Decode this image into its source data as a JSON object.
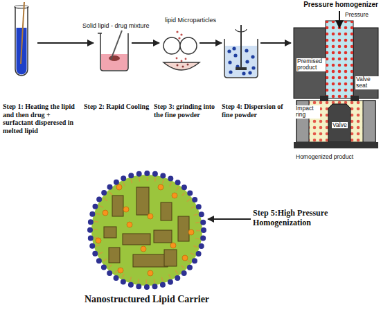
{
  "diagram": {
    "nodes": [
      {
        "text": [
          "Step 1: Heating the lipid and then drug + surfactant disperesed in melted lipid"
        ]
      },
      {
        "text": [
          "Solid lipid - drug mixture",
          "Step 2: Rapid Cooling"
        ]
      },
      {
        "text": [
          "lipid Microparticles",
          "Step 3: grinding into the fine powder"
        ]
      },
      {
        "text": [
          "Step 4: Dispersion of fine powder"
        ]
      },
      {
        "text": [
          "Pressure homogenizer"
        ]
      },
      {
        "text": [
          "Nanostructured Lipid Carrier"
        ]
      },
      {
        "text": [
          "Step 5:High Pressure Homogenization"
        ]
      }
    ],
    "edges": [
      {
        "from": 0,
        "to": 1,
        "arrow": "to"
      },
      {
        "from": 1,
        "to": 2,
        "arrow": "to"
      },
      {
        "from": 2,
        "to": 3,
        "arrow": "to"
      },
      {
        "from": 3,
        "to": 4,
        "arrow": "to"
      },
      {
        "from": 6,
        "to": 5,
        "arrow": "to"
      }
    ],
    "labels": [
      "Pressure",
      "Premised product",
      "Valve seat",
      "Impact ring",
      "Valve",
      "Homogenized product"
    ]
  }
}
